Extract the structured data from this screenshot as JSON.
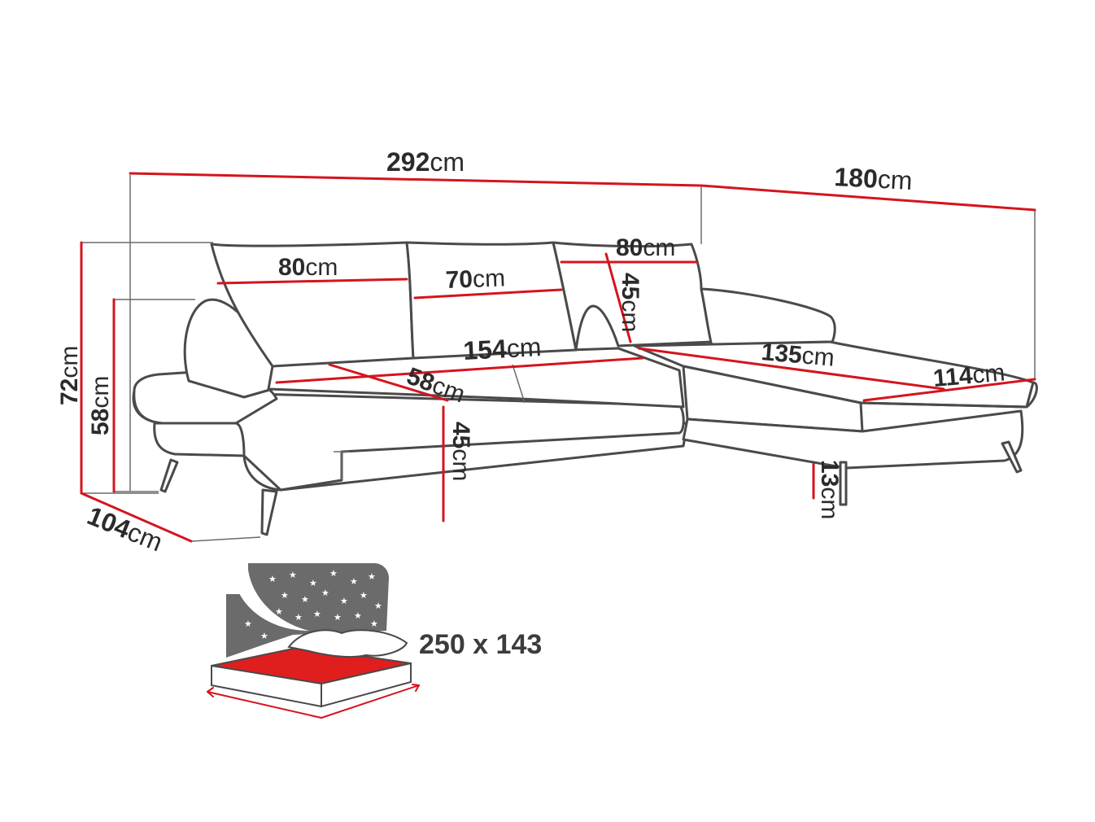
{
  "unit": "cm",
  "colors": {
    "dimension_line": "#d4151d",
    "outline": "#4a4a4a",
    "text": "#2b2b2b",
    "mattress_red": "#e01e1e",
    "night_grey": "#6b6b6b"
  },
  "dimensions": {
    "total_width": "292",
    "chaise_width": "180",
    "back_cushion_left": "80",
    "back_cushion_middle": "70",
    "back_cushion_right": "80",
    "cushion_height": "45",
    "seat_width": "154",
    "seat_depth": "58",
    "seat_height": "45",
    "chaise_length": "135",
    "chaise_depth": "114",
    "leg_height": "13",
    "total_height": "72",
    "arm_height": "58",
    "total_depth": "104"
  },
  "sleeping_area": {
    "label": "250 x 143",
    "icon": "bed-function-icon"
  }
}
